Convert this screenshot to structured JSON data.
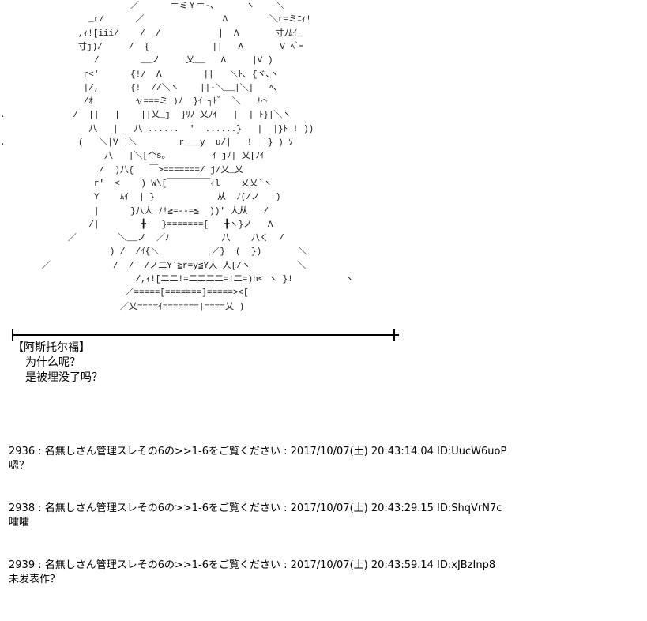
{
  "ascii_art": {
    "lines": [
      "                         ／      ＝ミＹ＝-､      ヽ    ＼",
      "                 _r/      ／               Λ        ＼r=ミﾆｨ!",
      "               ,ｨ![iii/    /  /           |  Λ       寸ﾉﾑｲ_",
      "               寸j)/     /  {            ||   Λ       V ﾍﾞｰ",
      "                  /        __ノ     乂__   Λ     |V )",
      "                r<'      {!/  Λ        ||   ＼ﾄ､ {ヾ､ヽ",
      "                |/,      {!  //＼ヽ    ||-＼__|＼|   ﾍ､",
      "                /ｵ        ャ===ミ )ﾉ  }ｲ ┐ﾄﾞ  ＼   !⌒",
      ".             /  ||   |    ||乂_j  }ﾘﾉ 乂ﾉｲ   |  | ﾄ}|＼ヽ",
      "                 八   |   八 ......  '  ......}   |  |}ﾄ ! ))",
      ".              (   ＼|V |＼        r___y  u/|   !  |} ) ｿ",
      "                    八   |＼[个s。        ｲ jﾉ| 乂[ﾉｲ",
      "                   /  )八{   ￣>=======/ j/乂_乂",
      "                  r'  <    ) W\\[￣￣￣￣￣ｨl    乂乂`ヽ",
      "                  Y    ﾑｲ  | }            从  ﾉ(/ノ   )",
      "                  |      }八人 ﾉ!≧=--=≦  ))' 人从   /",
      "                 /|        ╋   }=======[   ╋ヽ}ノ   Λ",
      "             ／        ＼__ノ  ／ﾉ          八    八く  /",
      "                     ) /  /ｲ{＼          ／}  (  })       ＼",
      "        ／            /  /  /ノ二Y´≧r=y≦Y人 人[/ヽ         ＼",
      "                          /,ｨ![二二!=二二二二=!二=)h< ヽ }!          ヽ",
      "                        ／=====[=======]=====><[",
      "                       ／乂====ｲ=======|====乂 )"
    ]
  },
  "speech": {
    "speaker": "【阿斯托尔福】",
    "lines": [
      "为什么呢？",
      "是被埋没了吗？"
    ]
  },
  "posts": [
    {
      "header": "2936 : 名無しさん管理スレその6の>>1-6をご覧ください : 2017/10/07(土) 20:43:14.04 ID:UucW6uoP",
      "body": "嗯？"
    },
    {
      "header": "2938 : 名無しさん管理スレその6の>>1-6をご覧ください : 2017/10/07(土) 20:43:29.15 ID:ShqVrN7c",
      "body": "嚯嚯"
    },
    {
      "header": "2939 : 名無しさん管理スレその6の>>1-6をご覧ください : 2017/10/07(土) 20:43:59.14 ID:xJBzInp8",
      "body": "未发表作？"
    }
  ]
}
